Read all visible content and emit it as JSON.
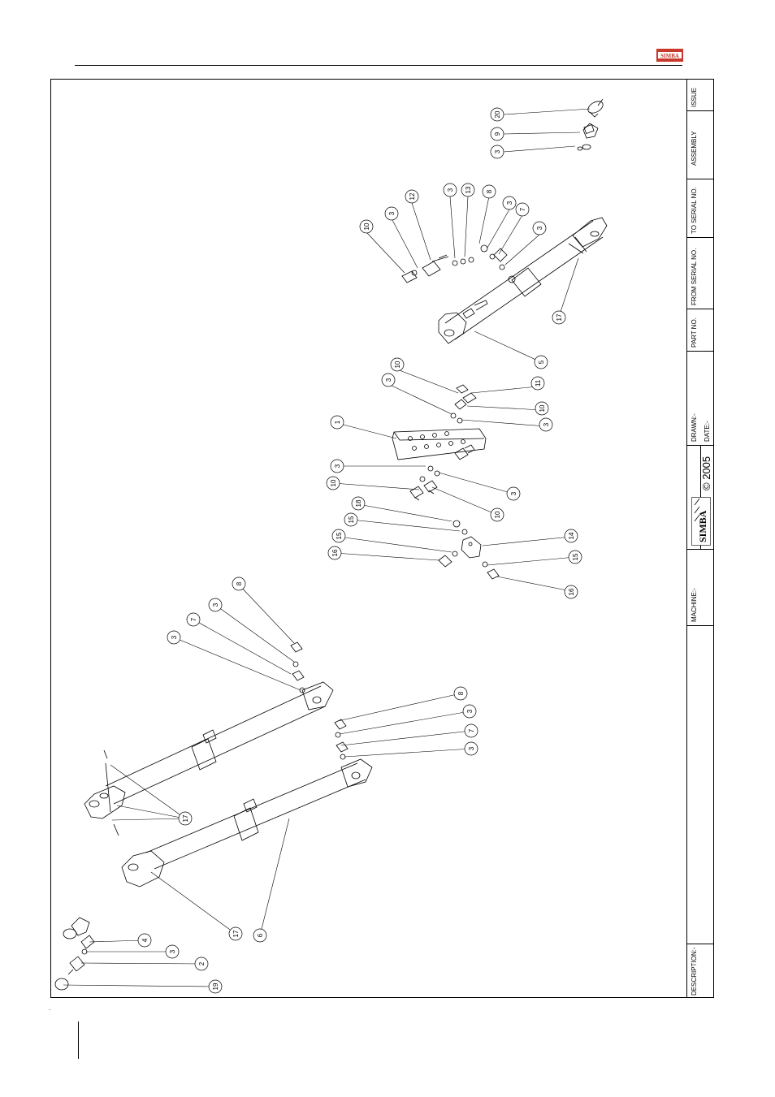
{
  "title_block": {
    "issue": "ISSUE",
    "assembly": "ASSEMBLY",
    "to_serial": "TO SERIAL NO.",
    "from_serial": "FROM SERIAL NO.",
    "part_no": "PART NO.",
    "drawn": "DRAWN:-",
    "date": "DATE:-",
    "copyright": "© 2005",
    "brand": "SIMBA",
    "machine": "MACHINE:-",
    "description": "DESCRIPTION:-"
  },
  "header": {
    "logo_text": "SIMBA"
  },
  "balloons": [
    {
      "n": "20"
    },
    {
      "n": "9"
    },
    {
      "n": "3"
    },
    {
      "n": "10"
    },
    {
      "n": "3"
    },
    {
      "n": "12"
    },
    {
      "n": "3"
    },
    {
      "n": "13"
    },
    {
      "n": "8"
    },
    {
      "n": "3"
    },
    {
      "n": "7"
    },
    {
      "n": "3"
    },
    {
      "n": "17"
    },
    {
      "n": "5"
    },
    {
      "n": "10"
    },
    {
      "n": "3"
    },
    {
      "n": "11"
    },
    {
      "n": "10"
    },
    {
      "n": "3"
    },
    {
      "n": "1"
    },
    {
      "n": "3"
    },
    {
      "n": "10"
    },
    {
      "n": "3"
    },
    {
      "n": "10"
    },
    {
      "n": "18"
    },
    {
      "n": "15"
    },
    {
      "n": "15"
    },
    {
      "n": "16"
    },
    {
      "n": "14"
    },
    {
      "n": "15"
    },
    {
      "n": "16"
    },
    {
      "n": "8"
    },
    {
      "n": "3"
    },
    {
      "n": "7"
    },
    {
      "n": "3"
    },
    {
      "n": "8"
    },
    {
      "n": "3"
    },
    {
      "n": "7"
    },
    {
      "n": "3"
    },
    {
      "n": "17"
    },
    {
      "n": "17"
    },
    {
      "n": "6"
    },
    {
      "n": "4"
    },
    {
      "n": "3"
    },
    {
      "n": "2"
    },
    {
      "n": "19"
    }
  ]
}
